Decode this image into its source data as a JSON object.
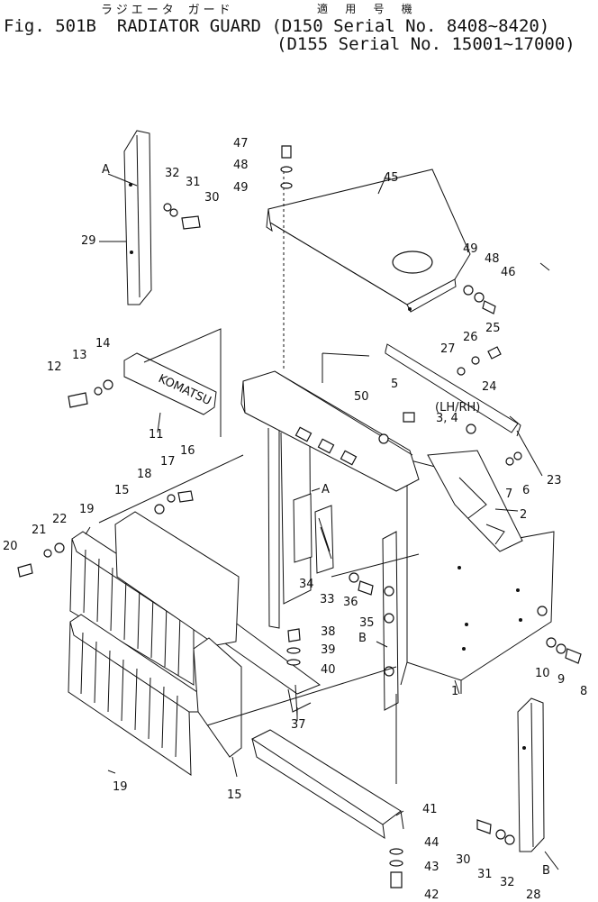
{
  "header": {
    "title_japanese": "ラジエータ ガード",
    "applicability_japanese": "適 用 号 機",
    "figure_number": "Fig. 501B",
    "figure_title": "RADIATOR GUARD",
    "serial_line_1": "(D150 Serial No. 8408~8420)",
    "serial_line_2": "(D155 Serial No. 15001~17000)"
  },
  "view_markers": {
    "a_left": "A",
    "a_middle": "A",
    "b_middle": "B",
    "b_right": "B"
  },
  "nameplate_text": "KOMATSU",
  "side_marks": {
    "lh_rh": "(LH/RH)"
  },
  "callouts": {
    "c1": "1",
    "c2": "2",
    "c3_4": "3, 4",
    "c5": "5",
    "c6": "6",
    "c7": "7",
    "c8": "8",
    "c9": "9",
    "c10": "10",
    "c11": "11",
    "c12": "12",
    "c13": "13",
    "c14": "14",
    "c15a": "15",
    "c15b": "15",
    "c16": "16",
    "c17": "17",
    "c18": "18",
    "c19a": "19",
    "c19b": "19",
    "c20": "20",
    "c21": "21",
    "c22": "22",
    "c23": "23",
    "c24": "24",
    "c25": "25",
    "c26": "26",
    "c27": "27",
    "c28": "28",
    "c29": "29",
    "c30a": "30",
    "c30b": "30",
    "c31a": "31",
    "c31b": "31",
    "c32a": "32",
    "c32b": "32",
    "c33": "33",
    "c34": "34",
    "c35": "35",
    "c36": "36",
    "c37": "37",
    "c38": "38",
    "c39": "39",
    "c40": "40",
    "c41": "41",
    "c42": "42",
    "c43": "43",
    "c44": "44",
    "c45": "45",
    "c46": "46",
    "c47": "47",
    "c48a": "48",
    "c48b": "48",
    "c49a": "49",
    "c49b": "49",
    "c50": "50"
  }
}
